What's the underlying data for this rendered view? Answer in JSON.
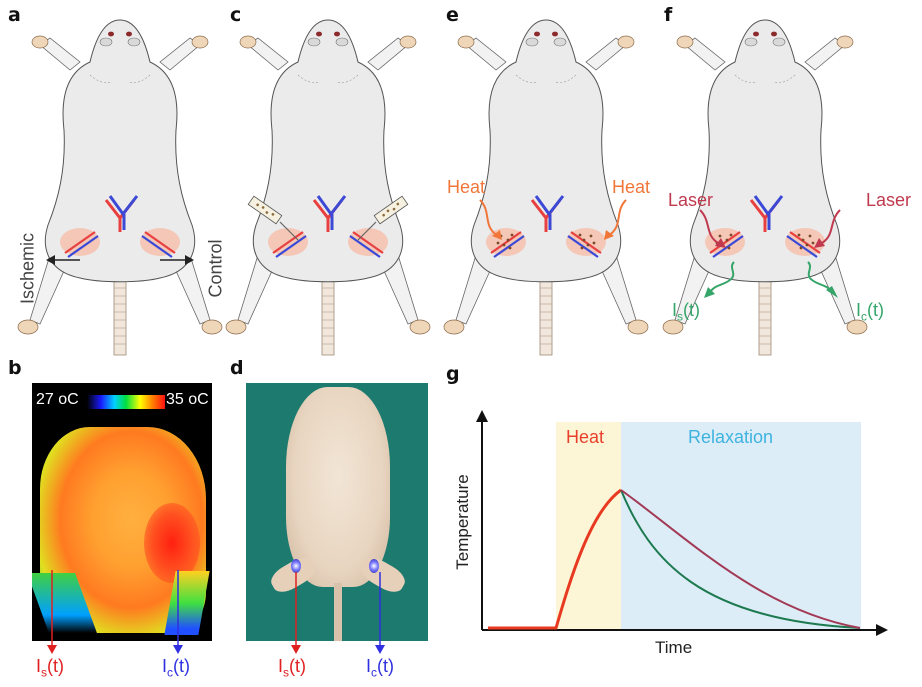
{
  "panels": {
    "a": "a",
    "b": "b",
    "c": "c",
    "d": "d",
    "e": "e",
    "f": "f",
    "g": "g"
  },
  "panel_a": {
    "left_label": "Ischemic",
    "right_label": "Control"
  },
  "panel_b": {
    "scale_min": "27 oC",
    "scale_max": "35 oC"
  },
  "panel_e": {
    "left_label": "Heat",
    "right_label": "Heat"
  },
  "panel_f": {
    "left_label": "Laser",
    "right_label": "Laser"
  },
  "signals": {
    "is": {
      "main": "I",
      "sub": "s",
      "tail": "(t)"
    },
    "ic": {
      "main": "I",
      "sub": "c",
      "tail": "(t)"
    }
  },
  "panel_g": {
    "heat_label": "Heat",
    "relax_label": "Relaxation",
    "ylabel": "Temperature",
    "xlabel": "Time"
  },
  "colors": {
    "red": "#e8402c",
    "blue": "#3b3bd6",
    "green": "#35a56a",
    "heat_orange": "#f0763a",
    "laser_red": "#c0394f",
    "relax_blue": "#3fb3e0"
  }
}
